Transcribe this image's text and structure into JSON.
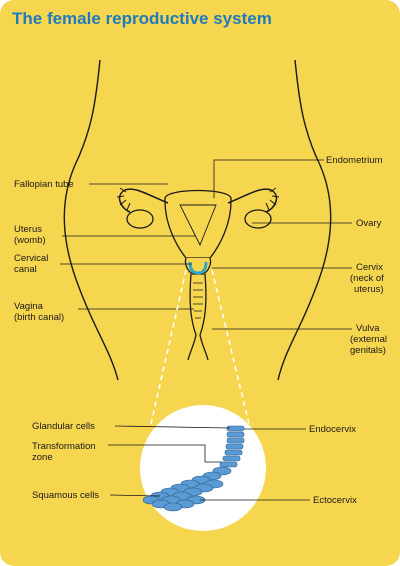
{
  "title": "The female reproductive system",
  "labels": {
    "fallopian_tube": "Fallopian tube",
    "uterus": [
      "Uterus",
      "(womb)"
    ],
    "cervical_canal": [
      "Cervical",
      "canal"
    ],
    "vagina": [
      "Vagina",
      "(birth canal)"
    ],
    "endometrium": "Endometrium",
    "ovary": "Ovary",
    "cervix": [
      "Cervix",
      "(neck of",
      "uterus)"
    ],
    "vulva": [
      "Vulva",
      "(external",
      "genitals)"
    ],
    "glandular_cells": "Glandular cells",
    "transformation_zone": [
      "Transformation",
      "zone"
    ],
    "squamous_cells": "Squamous cells",
    "endocervix": "Endocervix",
    "ectocervix": "Ectocervix"
  },
  "colors": {
    "background": "#f6d54f",
    "title": "#1f7bbf",
    "cells": "#5b9bd5",
    "cervix_highlight": "#2aa6c9"
  }
}
